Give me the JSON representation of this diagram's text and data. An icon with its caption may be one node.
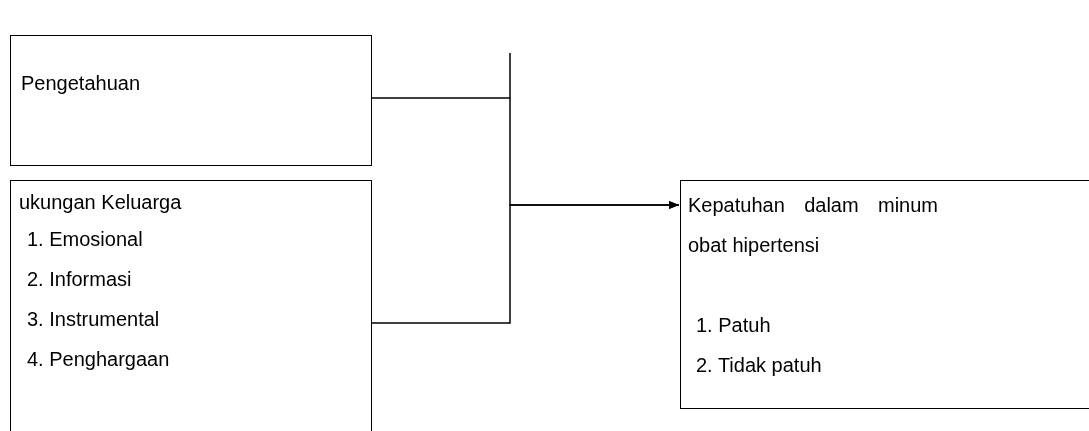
{
  "diagram": {
    "nodes": [
      {
        "text": [
          "Pengetahuan"
        ]
      },
      {
        "text": [
          "ukungan Keluarga",
          "1. Emosional",
          "2. Informasi",
          "3. Instrumental",
          "4. Penghargaan"
        ]
      },
      {
        "text": [
          "Kepatuhan dalam minum obat hipertensi",
          "1. Patuh",
          "2. Tidak patuh"
        ]
      }
    ],
    "edges": [
      {
        "from": 0,
        "to": 2,
        "arrow": "to"
      },
      {
        "from": 1,
        "to": 2,
        "arrow": "to"
      }
    ]
  }
}
